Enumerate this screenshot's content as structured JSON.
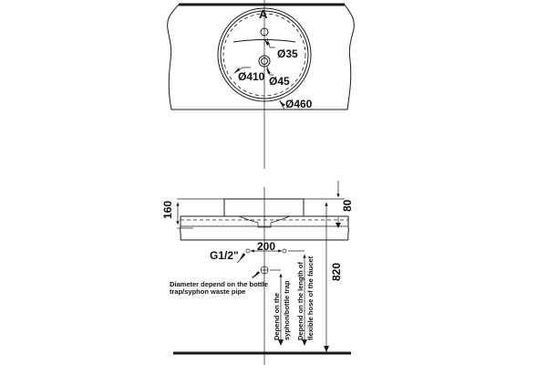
{
  "drawing": {
    "top_view": {
      "section_marker": "A",
      "dimensions": {
        "faucet_hole": "Ø35",
        "drain_hole": "Ø45",
        "bowl_inner": "Ø410",
        "bowl_outer": "Ø460"
      }
    },
    "side_view": {
      "dimensions": {
        "basin_height": "160",
        "basin_rim": "80",
        "total_height": "820",
        "pipe_spacing": "200"
      },
      "labels": {
        "water_inlet": "G1/2\"",
        "waste_note_line1": "Diameter depend on the bottle",
        "waste_note_line2": "trap/syphon waste pipe",
        "syphon_note_line1": "Depend on the",
        "syphon_note_line2": "syphon/bottle trap",
        "hose_note_line1": "Depend on the length of",
        "hose_note_line2": "flexible hose of the faucet"
      }
    }
  }
}
